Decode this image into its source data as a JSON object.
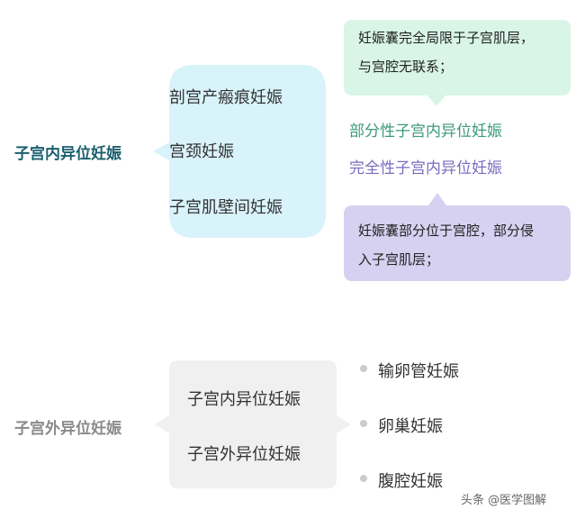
{
  "colors": {
    "intrauterine_label": "#1a5f6e",
    "extrauterine_label": "#8a8a8a",
    "blue_bubble": "#d9f3fb",
    "green_callout": "#d8f5e8",
    "purple_callout": "#d6d1f0",
    "partial_text": "#3c9a78",
    "complete_text": "#7b6bc0",
    "gray_bubble": "#f0f0f0"
  },
  "intrauterine": {
    "label": "子宫内异位妊娠",
    "types": [
      "剖宫产瘢痕妊娠",
      "宫颈妊娠",
      "子宫肌壁间妊娠"
    ],
    "partial": "部分性子宫内异位妊娠",
    "complete": "完全性子宫内异位妊娠",
    "complete_note": [
      "妊娠囊完全局限于子宫肌层，",
      "与宫腔无联系；"
    ],
    "partial_note": [
      "妊娠囊部分位于宫腔，部分侵",
      "入子宫肌层；"
    ]
  },
  "extrauterine": {
    "label": "子宫外异位妊娠",
    "middle": [
      "子宫内异位妊娠",
      "子宫外异位妊娠"
    ],
    "items": [
      "输卵管妊娠",
      "卵巢妊娠",
      "腹腔妊娠"
    ]
  },
  "watermark": "头条 @医学图解"
}
